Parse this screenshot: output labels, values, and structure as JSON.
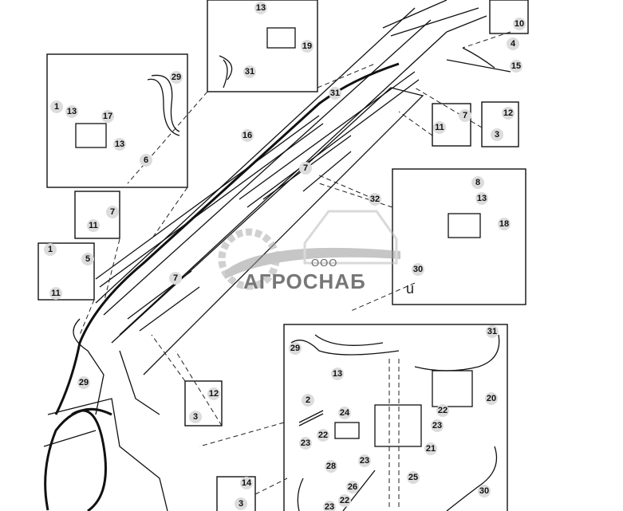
{
  "diagram": {
    "callouts": [
      "13",
      "19",
      "31",
      "10",
      "4",
      "15",
      "29",
      "1",
      "13",
      "17",
      "13",
      "6",
      "31",
      "16",
      "11",
      "7",
      "12",
      "3",
      "7",
      "32",
      "8",
      "13",
      "18",
      "30",
      "7",
      "11",
      "1",
      "5",
      "11",
      "7",
      "29",
      "12",
      "3",
      "29",
      "31",
      "13",
      "20",
      "2",
      "24",
      "22",
      "23",
      "22",
      "21",
      "23",
      "28",
      "23",
      "25",
      "26",
      "30",
      "22",
      "23",
      "14",
      "3"
    ],
    "side_mark": "u"
  },
  "watermark": {
    "prefix": "ООО",
    "name": "АГРОСНАБ",
    "color": "#777777"
  }
}
